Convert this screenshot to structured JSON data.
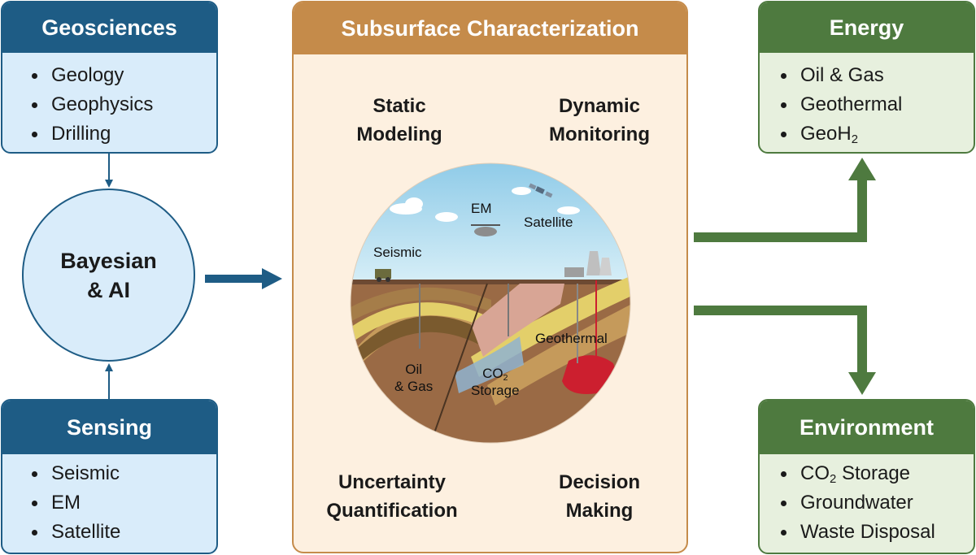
{
  "geosciences": {
    "title": "Geosciences",
    "items": [
      "Geology",
      "Geophysics",
      "Drilling"
    ]
  },
  "sensing": {
    "title": "Sensing",
    "items": [
      "Seismic",
      "EM",
      "Satellite"
    ]
  },
  "bayesian": {
    "label": "Bayesian\n& AI"
  },
  "center": {
    "title": "Subsurface Characterization",
    "static_modeling": "Static\nModeling",
    "dynamic_monitoring": "Dynamic\nMonitoring",
    "uncertainty_quantification": "Uncertainty\nQuantification",
    "decision_making": "Decision\nMaking",
    "scene_labels": {
      "em": "EM",
      "satellite": "Satellite",
      "seismic": "Seismic",
      "geothermal": "Geothermal",
      "oil_gas_line1": "Oil",
      "oil_gas_line2": "& Gas",
      "co2_prefix": "CO",
      "co2_sub": "2",
      "co2_line2": "Storage"
    }
  },
  "energy": {
    "title": "Energy",
    "items": [
      "Oil & Gas",
      "Geothermal"
    ],
    "geoh2_prefix": "GeoH",
    "geoh2_sub": "2"
  },
  "environment": {
    "title": "Environment",
    "co2_prefix": "CO",
    "co2_sub": "2",
    "co2_suffix": " Storage",
    "items": [
      "Groundwater",
      "Waste Disposal"
    ]
  },
  "colors": {
    "blue_dark": "#1e5c85",
    "blue_light": "#d9ecfa",
    "green_dark": "#4e7a3f",
    "green_light": "#e7f0de",
    "orange_dark": "#c58b4a",
    "orange_light": "#fdf0e0"
  }
}
